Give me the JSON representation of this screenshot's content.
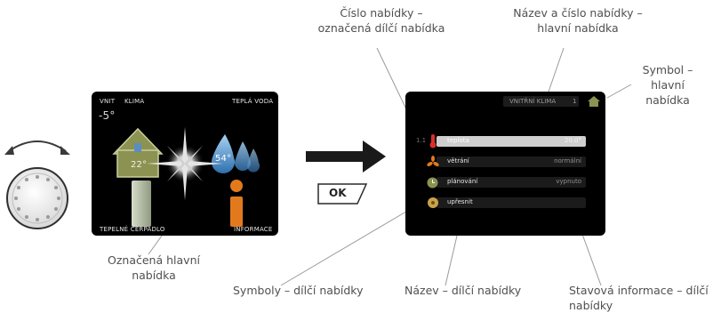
{
  "callouts": {
    "sub_number_line1": "Číslo nabídky –",
    "sub_number_line2": "označená dílčí nabídka",
    "main_name_line1": "Název a číslo nabídky –",
    "main_name_line2": "hlavní nabídka",
    "main_symbol_line1": "Symbol –",
    "main_symbol_line2": "hlavní",
    "main_symbol_line3": "nabídka",
    "selected_main_line1": "Označená hlavní",
    "selected_main_line2": "nabídka",
    "sub_symbols": "Symboly – dílčí nabídky",
    "sub_name": "Název – dílčí nabídky",
    "status_line1": "Stavová informace – dílčí",
    "status_line2": "nabídky"
  },
  "main_screen": {
    "vnit": "VNIT",
    "klima": "KLIMA",
    "tepla_voda": "TEPLÁ VODA",
    "outdoor_temp": "-5°",
    "house_temp": "22°",
    "water_temp": "54°",
    "tepelne_cerpadlo": "TEPELNÉ ČERPADLO",
    "informace": "INFORMACE"
  },
  "sub_screen": {
    "title": "VNITŘNÍ KLIMA",
    "menu_number": "1",
    "selected_index": "1.1",
    "rows": [
      {
        "label": "teplota",
        "value": "20.0°"
      },
      {
        "label": "větrání",
        "value": "normální"
      },
      {
        "label": "plánování",
        "value": "vypnuto"
      },
      {
        "label": "upřesnit",
        "value": ""
      }
    ]
  },
  "ok_button": {
    "label": "OK"
  },
  "icons": {
    "knob": "rotary-knob-icon",
    "rotate": "rotate-arrow-icon",
    "arrow": "right-arrow-icon"
  },
  "colors": {
    "house": "#8c9252",
    "water": "#6aa7d8",
    "info": "#e27a1d",
    "thermometer": "#d9302a"
  }
}
